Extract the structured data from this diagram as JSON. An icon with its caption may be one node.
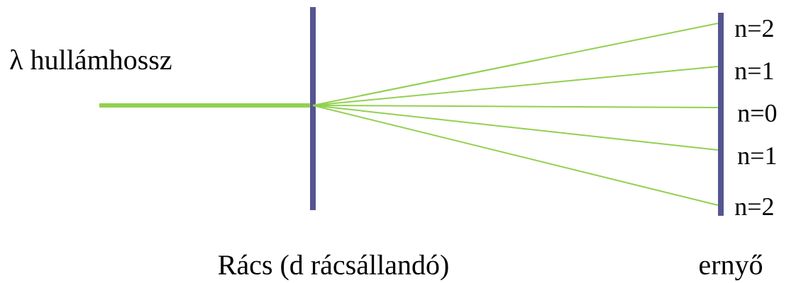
{
  "diagram": {
    "nodes": [
      {
        "text": [],
        "shape": "bar",
        "beside": [
          "Rács (d rácsállandó)"
        ]
      },
      {
        "text": [],
        "shape": "bar",
        "beside": [
          "ernyő"
        ]
      }
    ],
    "edges": [
      {
        "from": null,
        "to": 0,
        "arrow": "none",
        "style": "thick"
      },
      {
        "from": 0,
        "to": 1,
        "arrow": "none"
      },
      {
        "from": 0,
        "to": 1,
        "arrow": "none"
      },
      {
        "from": 0,
        "to": 1,
        "arrow": "none"
      },
      {
        "from": 0,
        "to": 1,
        "arrow": "none"
      },
      {
        "from": 0,
        "to": 1,
        "arrow": "none"
      }
    ],
    "labels": [
      "λ hullámhossz",
      "n=2",
      "n=1",
      "n=0",
      "n=1",
      "n=2"
    ]
  }
}
